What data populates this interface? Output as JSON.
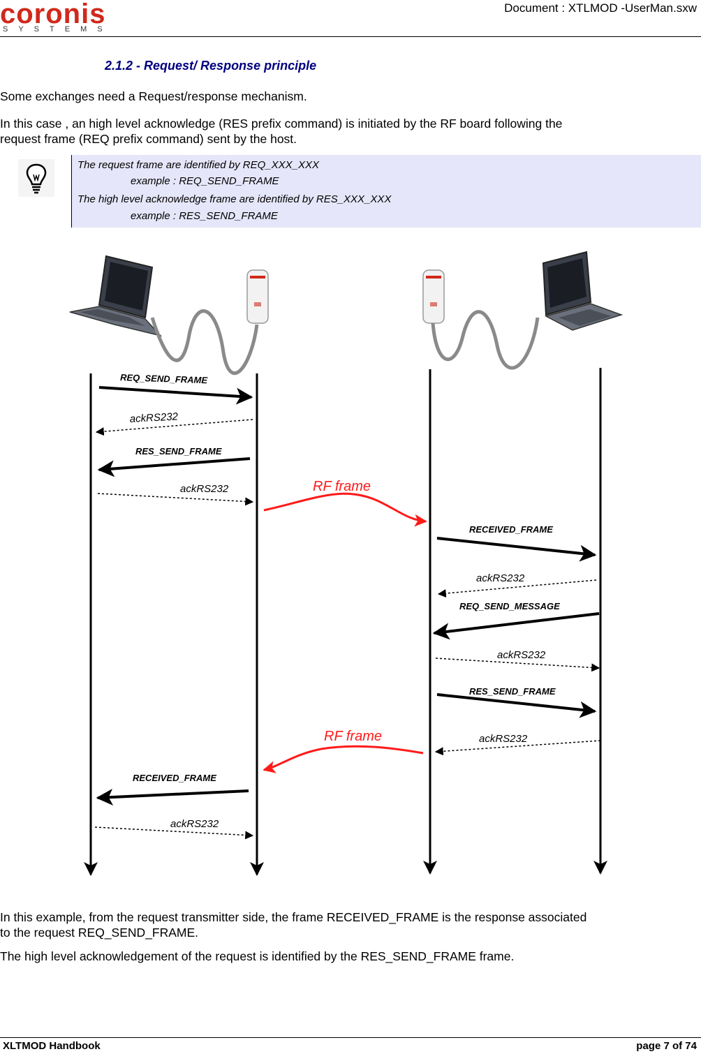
{
  "header": {
    "logo_word": "coronis",
    "logo_sub": "SYSTEMS",
    "doc_name": "Document : XTLMOD -UserMan.sxw"
  },
  "section": {
    "title": "2.1.2 - Request/ Response principle"
  },
  "intro": {
    "p1": "Some exchanges need a Request/response mechanism.",
    "p2_line1": "In this case , an high level acknowledge (RES prefix command) is initiated by the RF board following the",
    "p2_line2": "request frame (REQ prefix command) sent by the host."
  },
  "note": {
    "icon": "lightbulb-icon",
    "line1": "The request frame are identified by  REQ_XXX_XXX",
    "line2": "example : REQ_SEND_FRAME",
    "line3": "The high level acknowledge frame are identified by RES_XXX_XXX",
    "line4": "example : RES_SEND_FRAME"
  },
  "diagram": {
    "messages": [
      "REQ_SEND_FRAME",
      "ackRS232",
      "RES_SEND_FRAME",
      "ackRS232",
      "RF frame",
      "RECEIVED_FRAME",
      "ackRS232",
      "REQ_SEND_MESSAGE",
      "ackRS232",
      "RES_SEND_FRAME",
      "ackRS232",
      "RF frame",
      "RECEIVED_FRAME",
      "ackRS232"
    ],
    "colors": {
      "rf": "#ff1a1a",
      "solid": "#000000",
      "dashed": "#444444"
    }
  },
  "conclusion": {
    "p1_line1": "In this example, from the request transmitter side, the frame RECEIVED_FRAME is the response associated",
    "p1_line2": "to the request REQ_SEND_FRAME.",
    "p2": "The high level acknowledgement of the request is identified by the RES_SEND_FRAME frame."
  },
  "footer": {
    "left": "XLTMOD Handbook",
    "right": "page 7 of 74"
  }
}
